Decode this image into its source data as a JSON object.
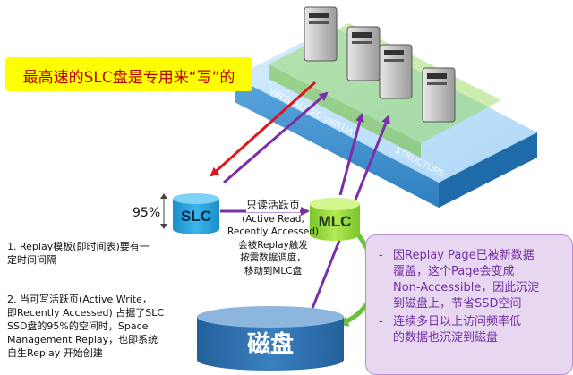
{
  "callout": {
    "text": "最高速的SLC盘是专用来“写”的"
  },
  "slc": {
    "label": "SLC",
    "percent": "95%"
  },
  "mlc": {
    "label": "MLC"
  },
  "disk": {
    "label": "磁盘"
  },
  "flow": {
    "title": "只读活跃页",
    "lines": [
      "(Active Read,",
      "Recently Accessed)",
      "会被Replay触发",
      "按需数据调度，",
      "移动到MLC盘"
    ]
  },
  "rules": {
    "r1_lines": [
      "1. Replay模板(即时间表)要有一",
      "定时间间隔"
    ],
    "r2_lines": [
      "2. 当可写活跃页(Active Write，",
      "即Recently Accessed) 占据了SLC",
      "SSD盘的95%的空间时，Space",
      "Management Replay，也即系统",
      "自生Replay 开始创建"
    ]
  },
  "notes": [
    {
      "marker": "-",
      "lines": [
        "因Replay Page已被新数据",
        "覆盖，这个Page会变成",
        "Non-Accessible，因此沉淀",
        "到磁盘上，节省SSD空间"
      ]
    },
    {
      "marker": "-",
      "lines": [
        "连续多日以上访问频率低",
        "的数据也沉淀到磁盘"
      ]
    }
  ],
  "platform": {
    "label_left": "VIRTUALIZED VIRTUA",
    "label_right": "STRUCTURE"
  },
  "colors": {
    "callout_bg": "#ffff00",
    "callout_text": "#c00000",
    "slc_fill": "#22a3dc",
    "mlc_fill": "#9cde38",
    "disk_fill": "#2e6fa8",
    "arrow_red": "#e0141c",
    "arrow_purple": "#7a2fa6",
    "arrow_green": "#6cc13a",
    "note_bg": "#e8d7f1",
    "note_text": "#7030a0"
  }
}
